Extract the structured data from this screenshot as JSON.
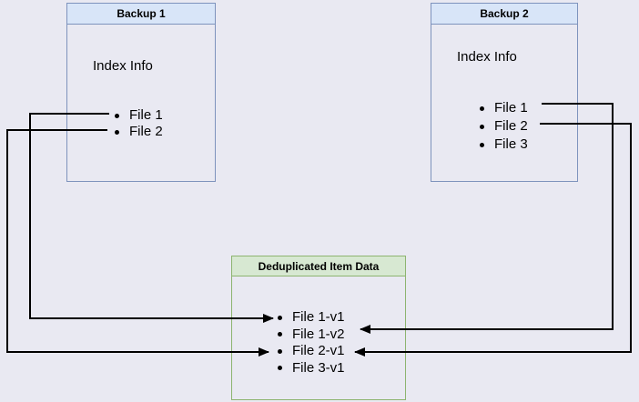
{
  "diagram": {
    "background_color": "#e9e9f2",
    "connector_color": "#000000",
    "backup1": {
      "title": "Backup 1",
      "section_label": "Index Info",
      "items": [
        "File 1",
        "File 2"
      ],
      "border_color": "#7e93bd",
      "header_fill": "#d8e5f8"
    },
    "backup2": {
      "title": "Backup 2",
      "section_label": "Index Info",
      "items": [
        "File 1",
        "File 2",
        "File 3"
      ],
      "border_color": "#7e93bd",
      "header_fill": "#d8e5f8"
    },
    "dedup": {
      "title": "Deduplicated Item Data",
      "items": [
        "File 1-v1",
        "File 1-v2",
        "File 2-v1",
        "File 3-v1"
      ],
      "border_color": "#8db470",
      "header_fill": "#d7e8d2"
    },
    "connections": [
      {
        "from": "Backup 1 / File 1",
        "to": "File 1-v1"
      },
      {
        "from": "Backup 1 / File 2",
        "to": "File 2-v1"
      },
      {
        "from": "Backup 2 / File 1",
        "to": "File 1-v2"
      },
      {
        "from": "Backup 2 / File 2",
        "to": "File 2-v1"
      }
    ]
  }
}
